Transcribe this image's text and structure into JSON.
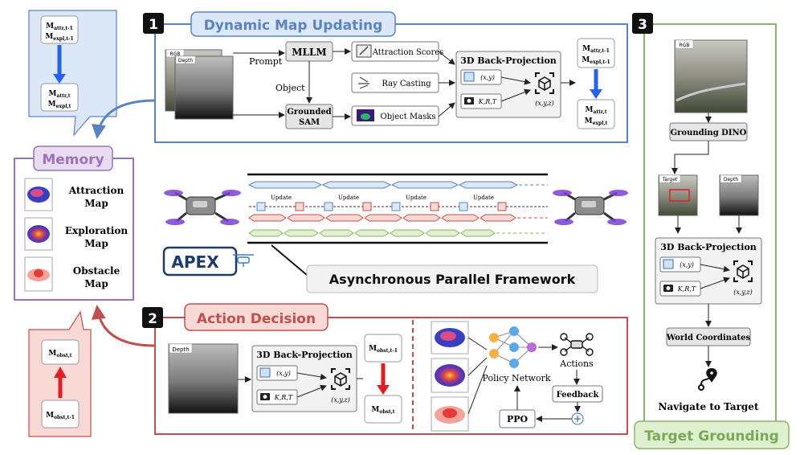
{
  "colors": {
    "blue": "#5b83c2",
    "blue_fill": "#dce8f7",
    "red": "#c0504d",
    "red_fill": "#f9d9d6",
    "green": "#8ab566",
    "purple": "#9b72b8",
    "purple_fill": "#e8dcf1",
    "arrow_blue": "#2563eb",
    "arrow_red": "#e02020"
  },
  "sections": {
    "s1": {
      "number": "1",
      "title": "Dynamic Map Updating"
    },
    "s2": {
      "number": "2",
      "title": "Action Decision"
    },
    "s3": {
      "number": "3",
      "title": "Target Grounding"
    }
  },
  "memory": {
    "title": "Memory",
    "maps": [
      {
        "line1": "Attraction",
        "line2": "Map"
      },
      {
        "line1": "Exploration",
        "line2": "Map"
      },
      {
        "line1": "Obstacle",
        "line2": "Map"
      }
    ]
  },
  "callouts": {
    "blue_top": "M",
    "blue_top_sub": "attr,t-1",
    "blue_top2": "M",
    "blue_top2_sub": "expl,t-1",
    "blue_bot": "M",
    "blue_bot_sub": "attr,t",
    "blue_bot2": "M",
    "blue_bot2_sub": "expl,t",
    "red_top": "M",
    "red_top_sub": "obst,t",
    "red_bot": "M",
    "red_bot_sub": "obst,t-1"
  },
  "s1": {
    "rgb_label": "RGB",
    "depth_label": "Depth",
    "prompt_label": "Prompt",
    "object_label": "Object",
    "mllm": "MLLM",
    "grounded_sam_1": "Grounded",
    "grounded_sam_2": "SAM",
    "attraction_scores": "Attraction Scores",
    "ray_casting": "Ray Casting",
    "object_masks": "Object Masks",
    "back_proj_title": "3D Back-Projection",
    "xy": "(x,y)",
    "krt": "K,R,T",
    "xyz": "(x,y,z)",
    "out_top_1": "M",
    "out_top_1_sub": "attr,t-1",
    "out_top_2": "M",
    "out_top_2_sub": "expl,t-1",
    "out_bot_1": "M",
    "out_bot_1_sub": "attr,t",
    "out_bot_2": "M",
    "out_bot_2_sub": "expl,t"
  },
  "framework": {
    "logo": "APEX",
    "update_label": "Update",
    "title": "Asynchronous Parallel Framework"
  },
  "s2": {
    "depth_label": "Depth",
    "back_proj_title": "3D Back-Projection",
    "xy": "(x,y)",
    "krt": "K,R,T",
    "xyz": "(x,y,z)",
    "m_top": "M",
    "m_top_sub": "obst,t-1",
    "m_bot": "M",
    "m_bot_sub": "obst,t",
    "policy_network": "Policy Network",
    "actions": "Actions",
    "feedback": "Feedback",
    "ppo": "PPO"
  },
  "s3": {
    "rgb_label": "RGB",
    "grounding_dino": "Grounding DINO",
    "target_label": "Target",
    "depth_label": "Depth",
    "back_proj_title": "3D Back-Projection",
    "xy": "(x,y)",
    "krt": "K,R,T",
    "xyz": "(x,y,z)",
    "world_coords": "World Coordinates",
    "navigate": "Navigate to Target"
  }
}
